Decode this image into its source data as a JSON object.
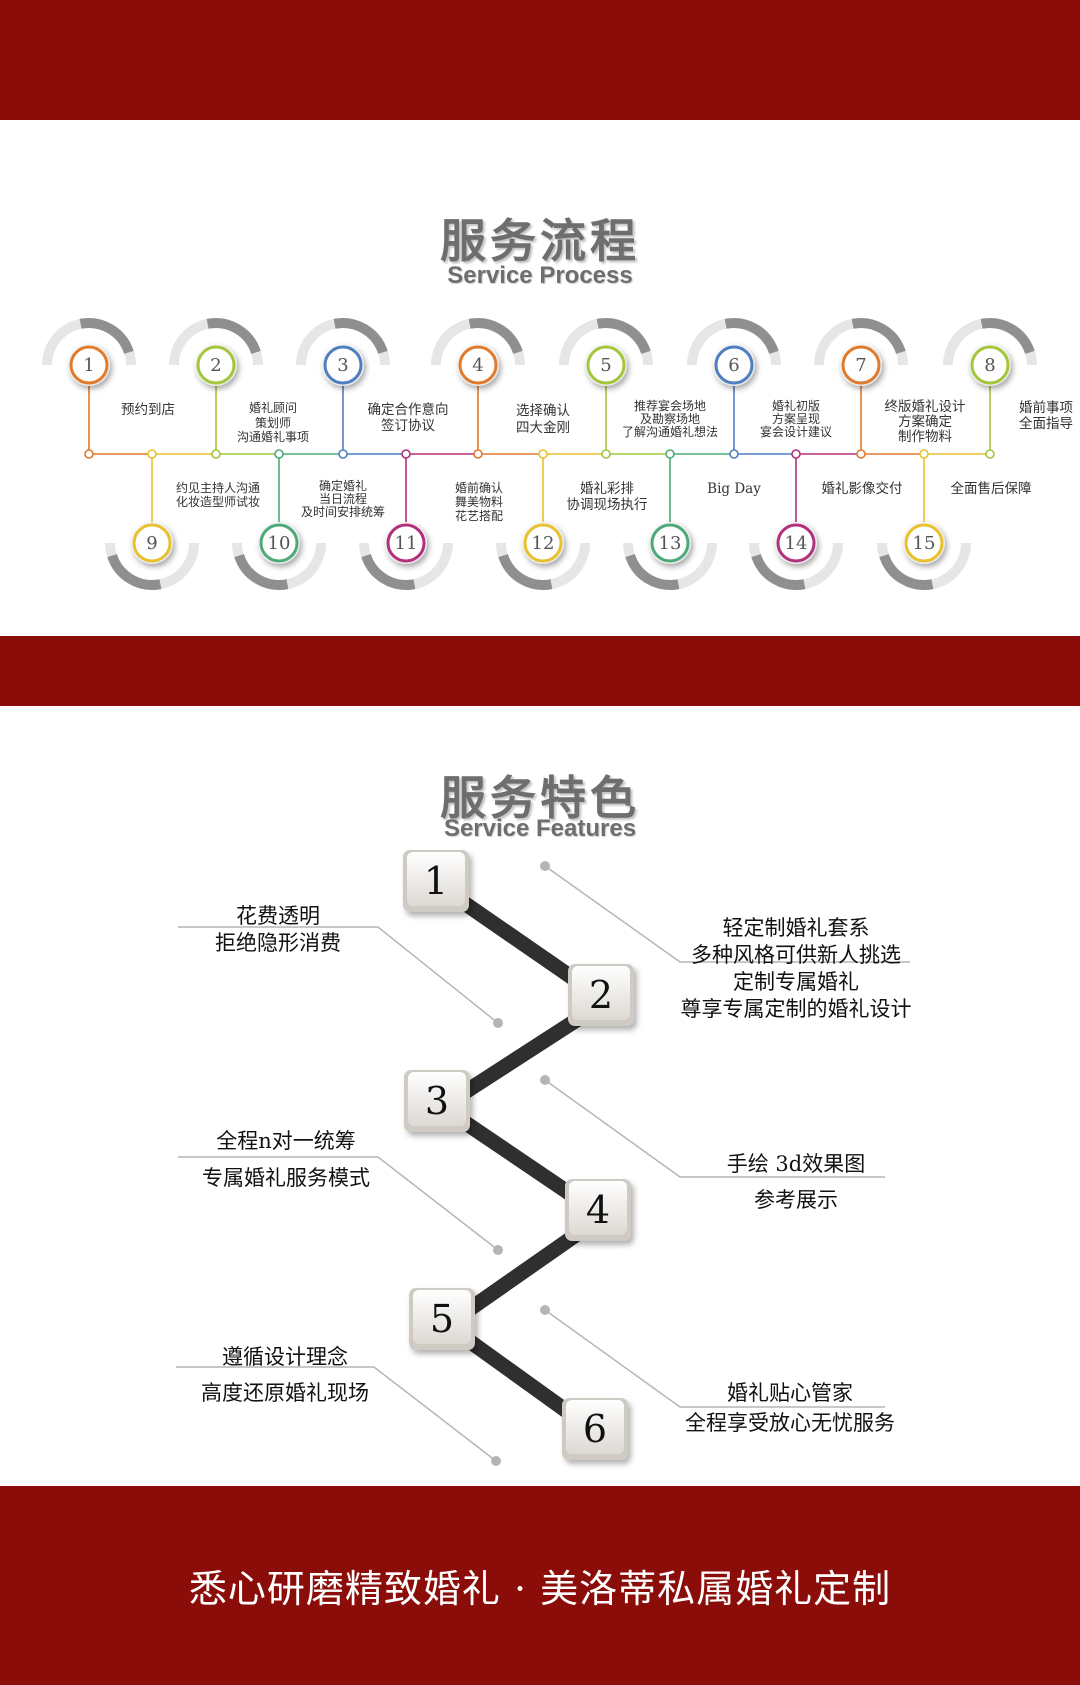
{
  "banners": {
    "slogan": "悉心研磨精致婚礼 · 美洛蒂私属婚礼定制"
  },
  "process": {
    "title": "服务流程",
    "subtitle": "Service Process",
    "steps": [
      {
        "num": "1",
        "color": "#e07a2c",
        "lines": [
          "预约到店"
        ]
      },
      {
        "num": "2",
        "color": "#a4c63c",
        "lines": [
          "婚礼顾问",
          "策划师",
          "沟通婚礼事项"
        ]
      },
      {
        "num": "3",
        "color": "#4f7fc0",
        "lines": [
          "确定合作意向",
          "签订协议"
        ]
      },
      {
        "num": "4",
        "color": "#e07a2c",
        "lines": [
          "选择确认",
          "四大金刚"
        ]
      },
      {
        "num": "5",
        "color": "#a4c63c",
        "lines": [
          "推荐宴会场地",
          "及勘察场地",
          "了解沟通婚礼想法"
        ]
      },
      {
        "num": "6",
        "color": "#4f7fc0",
        "lines": [
          "婚礼初版",
          "方案呈现",
          "宴会设计建议"
        ]
      },
      {
        "num": "7",
        "color": "#e07a2c",
        "lines": [
          "终版婚礼设计",
          "方案确定",
          "制作物料"
        ]
      },
      {
        "num": "8",
        "color": "#a4c63c",
        "lines": [
          "婚前事项",
          "全面指导"
        ]
      },
      {
        "num": "9",
        "color": "#e8c12c",
        "lines": [
          "约见主持人沟通",
          "化妆造型师试妆"
        ]
      },
      {
        "num": "10",
        "color": "#4daa78",
        "lines": [
          "确定婚礼",
          "当日流程",
          "及时间安排统筹"
        ]
      },
      {
        "num": "11",
        "color": "#b3307c",
        "lines": [
          "婚前确认",
          "舞美物料",
          "花艺搭配"
        ]
      },
      {
        "num": "12",
        "color": "#e8c12c",
        "lines": [
          "婚礼彩排",
          "协调现场执行"
        ]
      },
      {
        "num": "13",
        "color": "#4daa78",
        "lines": [
          "Big Day"
        ]
      },
      {
        "num": "14",
        "color": "#b3307c",
        "lines": [
          "婚礼影像交付"
        ]
      },
      {
        "num": "15",
        "color": "#e8c12c",
        "lines": [
          "全面售后保障"
        ]
      }
    ]
  },
  "features": {
    "title": "服务特色",
    "subtitle": "Service Features",
    "keys": [
      "1",
      "2",
      "3",
      "4",
      "5",
      "6"
    ],
    "items": [
      {
        "lines": [
          "花费透明",
          "拒绝隐形消费"
        ]
      },
      {
        "lines": [
          "轻定制婚礼套系",
          "多种风格可供新人挑选",
          "定制专属婚礼",
          "尊享专属定制的婚礼设计"
        ]
      },
      {
        "lines": [
          "全程n对一统筹",
          "专属婚礼服务模式"
        ]
      },
      {
        "lines": [
          "手绘   3d效果图",
          "参考展示"
        ]
      },
      {
        "lines": [
          "遵循设计理念",
          "高度还原婚礼现场"
        ]
      },
      {
        "lines": [
          "婚礼贴心管家",
          "全程享受放心无忧服务"
        ]
      }
    ]
  }
}
